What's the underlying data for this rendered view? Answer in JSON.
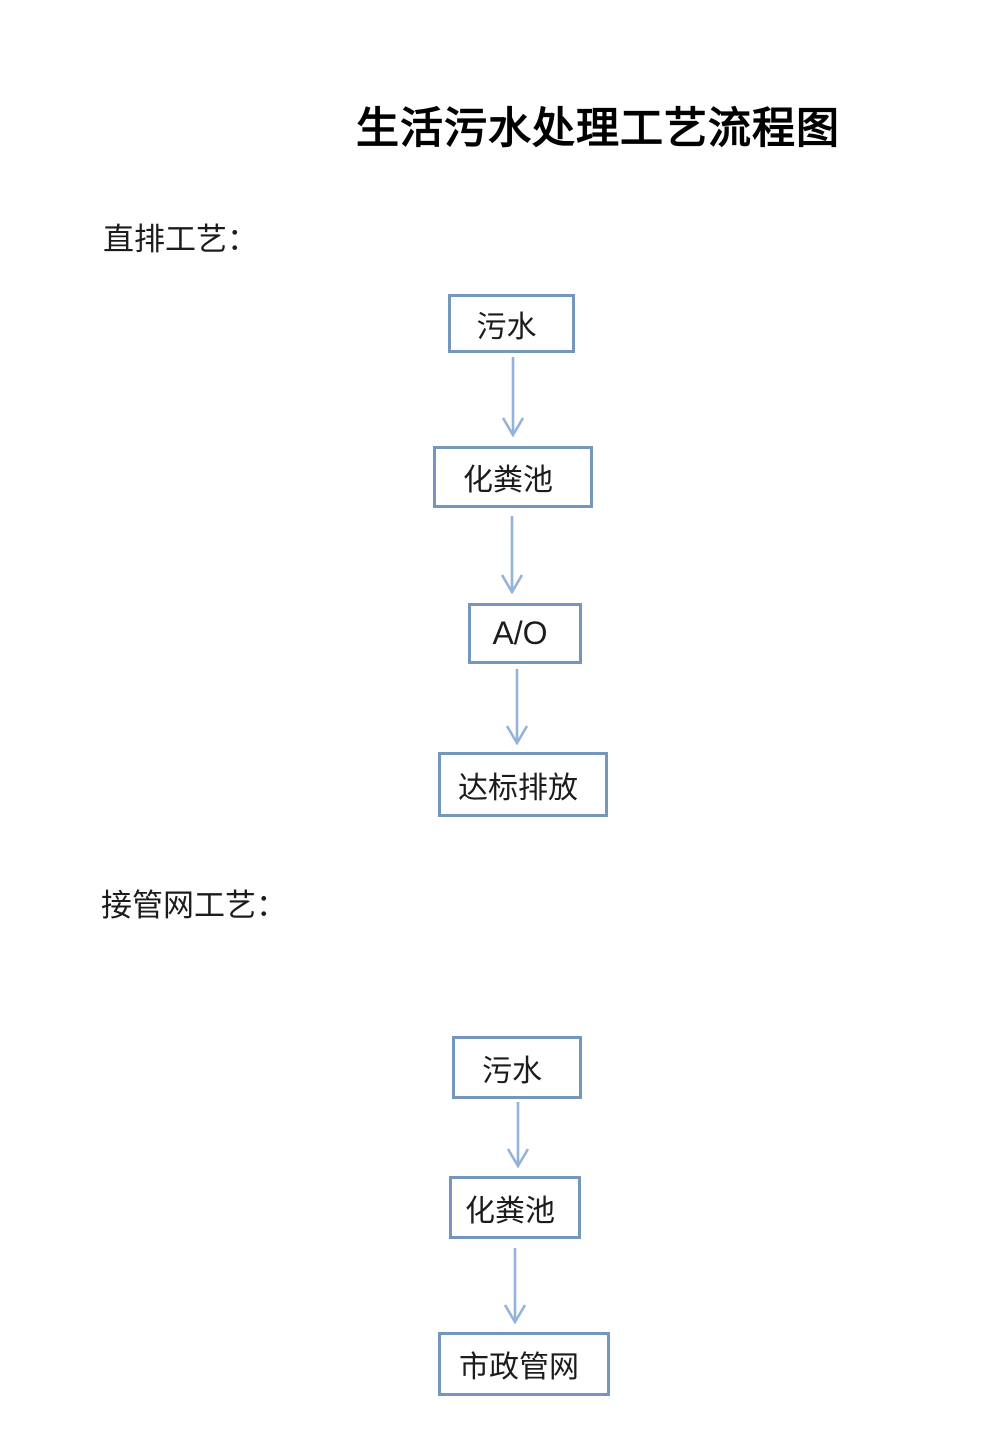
{
  "document": {
    "title": "生活污水处理工艺流程图"
  },
  "colors": {
    "box_border": "#7697bc",
    "arrow": "#94b3db",
    "title_text": "#000000",
    "body_text": "#1c1c1c",
    "background": "#ffffff"
  },
  "sections": [
    {
      "label": "直排工艺：",
      "nodes": [
        {
          "label": "污水"
        },
        {
          "label": "化粪池"
        },
        {
          "label": "A/O"
        },
        {
          "label": "达标排放"
        }
      ]
    },
    {
      "label": "接管网工艺：",
      "nodes": [
        {
          "label": "污水"
        },
        {
          "label": "化粪池"
        },
        {
          "label": "市政管网"
        }
      ]
    }
  ]
}
